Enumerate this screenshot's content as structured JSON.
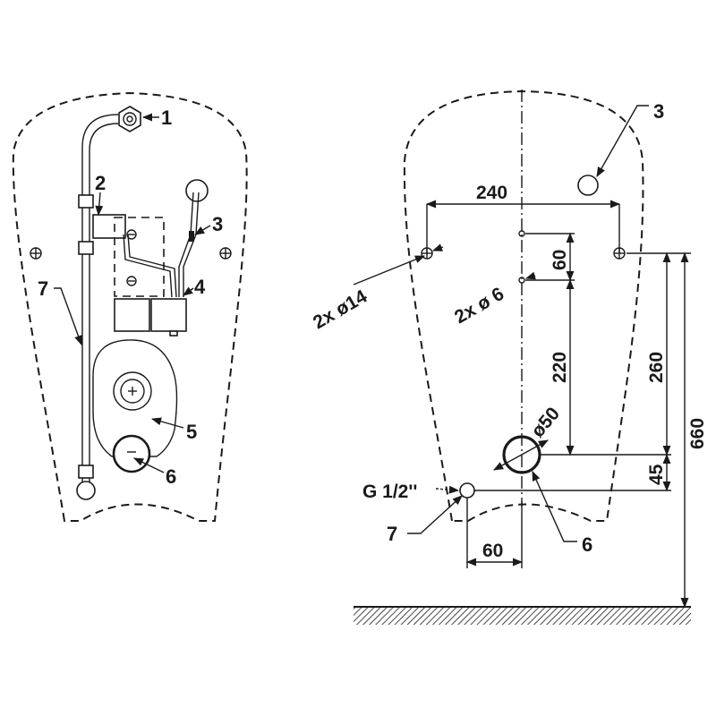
{
  "left_view": {
    "callouts": [
      "1",
      "2",
      "3",
      "4",
      "5",
      "6",
      "7"
    ]
  },
  "right_view": {
    "callouts": {
      "sensor": "3",
      "drain": "6",
      "supply": "7"
    },
    "dimensions": {
      "width_holes": "240",
      "small_holes_spacing": "60",
      "small_to_drain": "220",
      "large_to_drain": "260",
      "drain_to_supply": "45",
      "height_from_floor": "660",
      "supply_offset": "60"
    },
    "annotations": {
      "mount_holes": "2x ø14",
      "small_holes": "2x ø 6",
      "drain_diameter": "ø50",
      "thread": "G 1/2''"
    }
  }
}
